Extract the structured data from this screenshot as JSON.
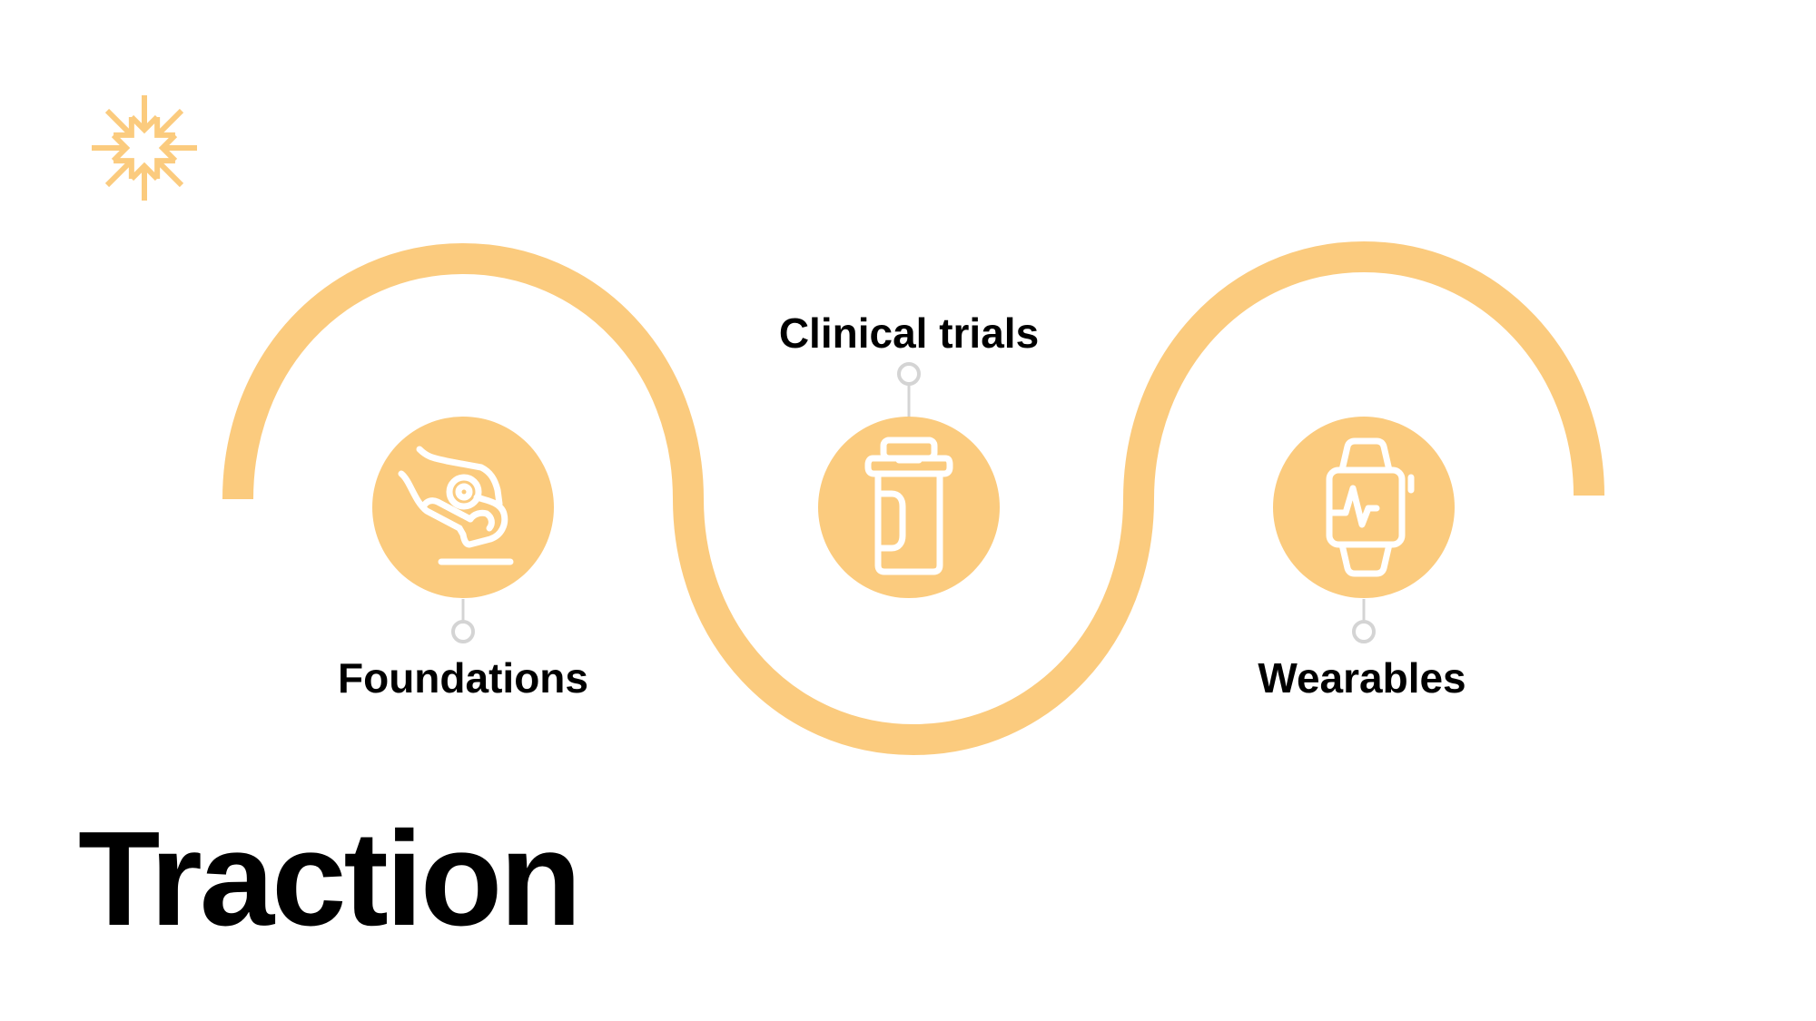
{
  "title": "Traction",
  "colors": {
    "accent": "#FBCB7E",
    "icon_stroke": "#ffffff",
    "connector": "#D4D4D4",
    "text": "#000000"
  },
  "logo": {
    "icon": "snowflake-arrows-icon"
  },
  "milestones": [
    {
      "label": "Foundations",
      "icon": "hand-coin-icon"
    },
    {
      "label": "Clinical trials",
      "icon": "medicine-bottle-icon"
    },
    {
      "label": "Wearables",
      "icon": "smartwatch-heartbeat-icon"
    }
  ]
}
